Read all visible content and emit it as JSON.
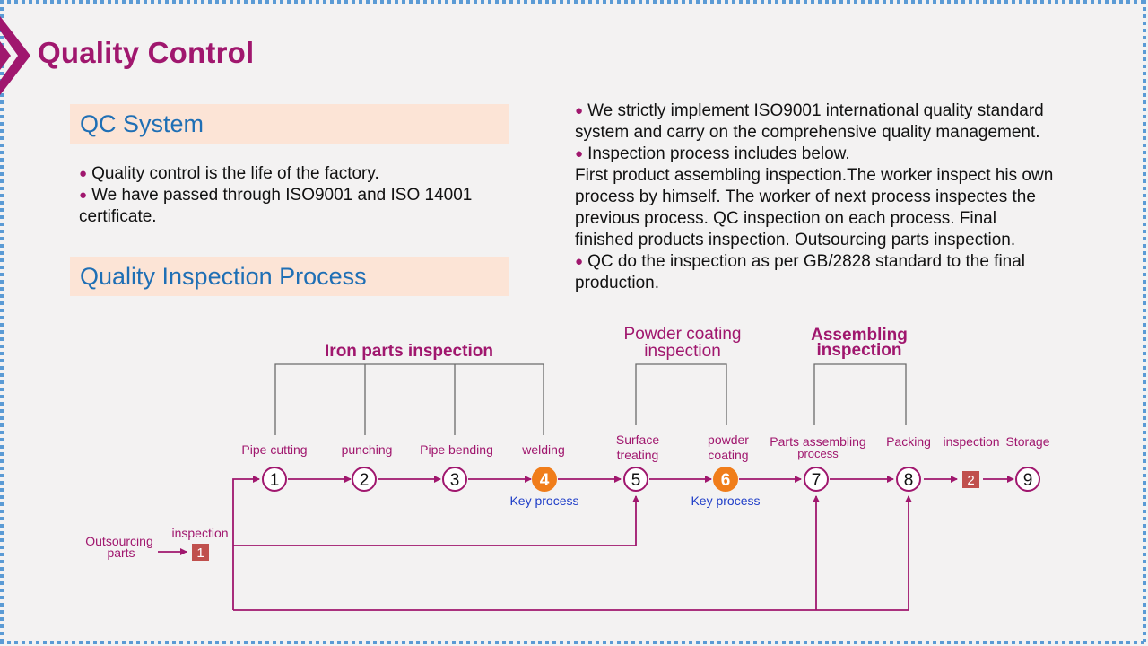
{
  "slide": {
    "title": "Quality Control",
    "accent_color": "#a0176e",
    "heading_color": "#1f6fb5",
    "band_color": "#fce4d6",
    "border_color": "#5b9bd5"
  },
  "qc_system": {
    "heading": "QC System",
    "bullet_1": "Quality control is the life of the factory.",
    "bullet_2_line_1": "We have passed through ISO9001 and ISO 14001",
    "bullet_2_line_2": "certificate."
  },
  "inspection_process_heading": "Quality Inspection Process",
  "description": {
    "line_1": "We strictly implement  ISO9001 international  quality standard",
    "line_2": "system and  carry on the comprehensive  quality management.",
    "line_3": "Inspection   process includes  below.",
    "line_4": "First product assembling  inspection.The  worker inspect his own",
    "line_5": "process by himself.  The  worker of next process inspectes the",
    "line_6": "previous process.  QC  inspection  on each process. Final",
    "line_7": "finished  products inspection.  Outsourcing  parts inspection.",
    "line_8": "QC do the inspection  as per GB/2828 standard to the final",
    "line_9": "production."
  },
  "flow": {
    "group_labels": {
      "iron": "Iron parts inspection",
      "powder_1": "Powder coating",
      "powder_2": "inspection",
      "assembling_1": "Assembling",
      "assembling_2": "inspection"
    },
    "steps": {
      "s1": {
        "number": "1",
        "label": "Pipe cutting"
      },
      "s2": {
        "number": "2",
        "label": "punching"
      },
      "s3": {
        "number": "3",
        "label": "Pipe bending"
      },
      "s4": {
        "number": "4",
        "label": "welding"
      },
      "s5": {
        "number": "5",
        "label_1": "Surface",
        "label_2": "treating"
      },
      "s6": {
        "number": "6",
        "label_1": "powder",
        "label_2": "coating"
      },
      "s7": {
        "number": "7",
        "label_1": "Parts assembling",
        "label_2": "process"
      },
      "s8": {
        "number": "8",
        "label": "Packing"
      },
      "s9": {
        "number": "9",
        "label": "Storage"
      }
    },
    "key_process": "Key process",
    "inspection_label": "inspection",
    "inspection_box_1": "1",
    "inspection_box_2": "2",
    "outsourcing_1": "Outsourcing",
    "outsourcing_2": "parts",
    "colors": {
      "flow": "#a0176e",
      "key": "#f07d1a",
      "key_text": "#1f3ec8",
      "inspection_box": "#c0504d",
      "bracket": "#6b6b6b"
    }
  }
}
